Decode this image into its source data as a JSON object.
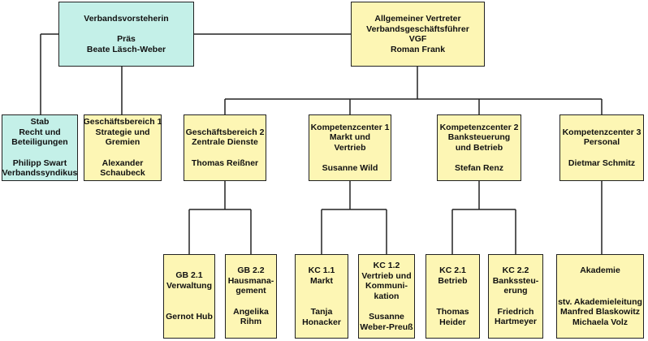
{
  "colors": {
    "yellow": "#fdf6b4",
    "cyan": "#c4f0e8",
    "line": "#222222"
  },
  "boxes": {
    "verbandsvorsteherin": {
      "color": "cyan",
      "lines": [
        "Verbandsvorsteherin",
        "",
        "Präs",
        "Beate Läsch-Weber"
      ]
    },
    "allgemeiner_vertreter": {
      "color": "yellow",
      "lines": [
        "Allgemeiner Vertreter",
        "Verbandsgeschäftsführer",
        "VGF",
        "Roman Frank"
      ]
    },
    "stab": {
      "color": "cyan",
      "lines": [
        "Stab",
        "Recht und",
        "Beteiligungen",
        "",
        "Philipp Swart",
        "Verbandssyndikus"
      ]
    },
    "gb1": {
      "color": "yellow",
      "lines": [
        "Geschäftsbereich 1",
        "Strategie und",
        "Gremien",
        "",
        "Alexander",
        "Schaubeck"
      ]
    },
    "gb2": {
      "color": "yellow",
      "lines": [
        "Geschäftsbereich 2",
        "Zentrale Dienste",
        "",
        "Thomas Reißner"
      ]
    },
    "kc1": {
      "color": "yellow",
      "lines": [
        "Kompetenzcenter 1",
        "Markt und",
        "Vertrieb",
        "",
        "Susanne Wild"
      ]
    },
    "kc2": {
      "color": "yellow",
      "lines": [
        "Kompetenzcenter 2",
        "Banksteuerung",
        "und Betrieb",
        "",
        "Stefan Renz"
      ]
    },
    "kc3": {
      "color": "yellow",
      "lines": [
        "Kompetenzcenter 3",
        "Personal",
        "",
        "Dietmar Schmitz"
      ]
    },
    "gb21": {
      "color": "yellow",
      "lines": [
        "GB 2.1",
        "Verwaltung",
        "",
        "",
        "Gernot Hub"
      ]
    },
    "gb22": {
      "color": "yellow",
      "lines": [
        "GB 2.2",
        "Hausmana-",
        "gement",
        "",
        "Angelika",
        "Rihm"
      ]
    },
    "kc11": {
      "color": "yellow",
      "lines": [
        "KC 1.1",
        "Markt",
        "",
        "",
        "Tanja",
        "Honacker"
      ]
    },
    "kc12": {
      "color": "yellow",
      "lines": [
        "KC 1.2",
        "Vertrieb und",
        "Kommuni-",
        "kation",
        "",
        "Susanne",
        "Weber-Preuß"
      ]
    },
    "kc21": {
      "color": "yellow",
      "lines": [
        "KC 2.1",
        "Betrieb",
        "",
        "",
        "Thomas",
        "Heider"
      ]
    },
    "kc22": {
      "color": "yellow",
      "lines": [
        "KC 2.2",
        "Bankssteu-",
        "erung",
        "",
        "Friedrich",
        "Hartmeyer"
      ]
    },
    "akademie": {
      "color": "yellow",
      "lines": [
        "Akademie",
        "",
        "",
        "stv. Akademieleitung",
        "Manfred Blaskowitz",
        "Michaela Volz"
      ]
    }
  }
}
